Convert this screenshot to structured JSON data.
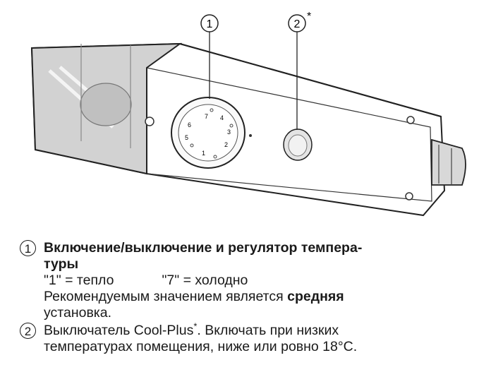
{
  "callouts": {
    "one": "1",
    "two": "2",
    "two_marker": "*"
  },
  "dial": {
    "labels": [
      "7",
      "6",
      "5",
      "4",
      "3",
      "2",
      "1"
    ]
  },
  "legend": {
    "item1": {
      "number": "1",
      "title_line1": "Включение/выключение и регулятор темпера-",
      "title_line2": "туры",
      "warm": "\"1\" = тепло",
      "cold": "\"7\" = холодно",
      "recommend_text": "Рекомендуемым значением является ",
      "recommend_bold": "средняя",
      "recommend_end": "установка."
    },
    "item2": {
      "number": "2",
      "text_start": "Выключатель Cool-Plus",
      "asterisk": "*",
      "text_end": ". Включать при низких",
      "line2": "температурах  помещения, ниже или ровно 18°C."
    }
  }
}
